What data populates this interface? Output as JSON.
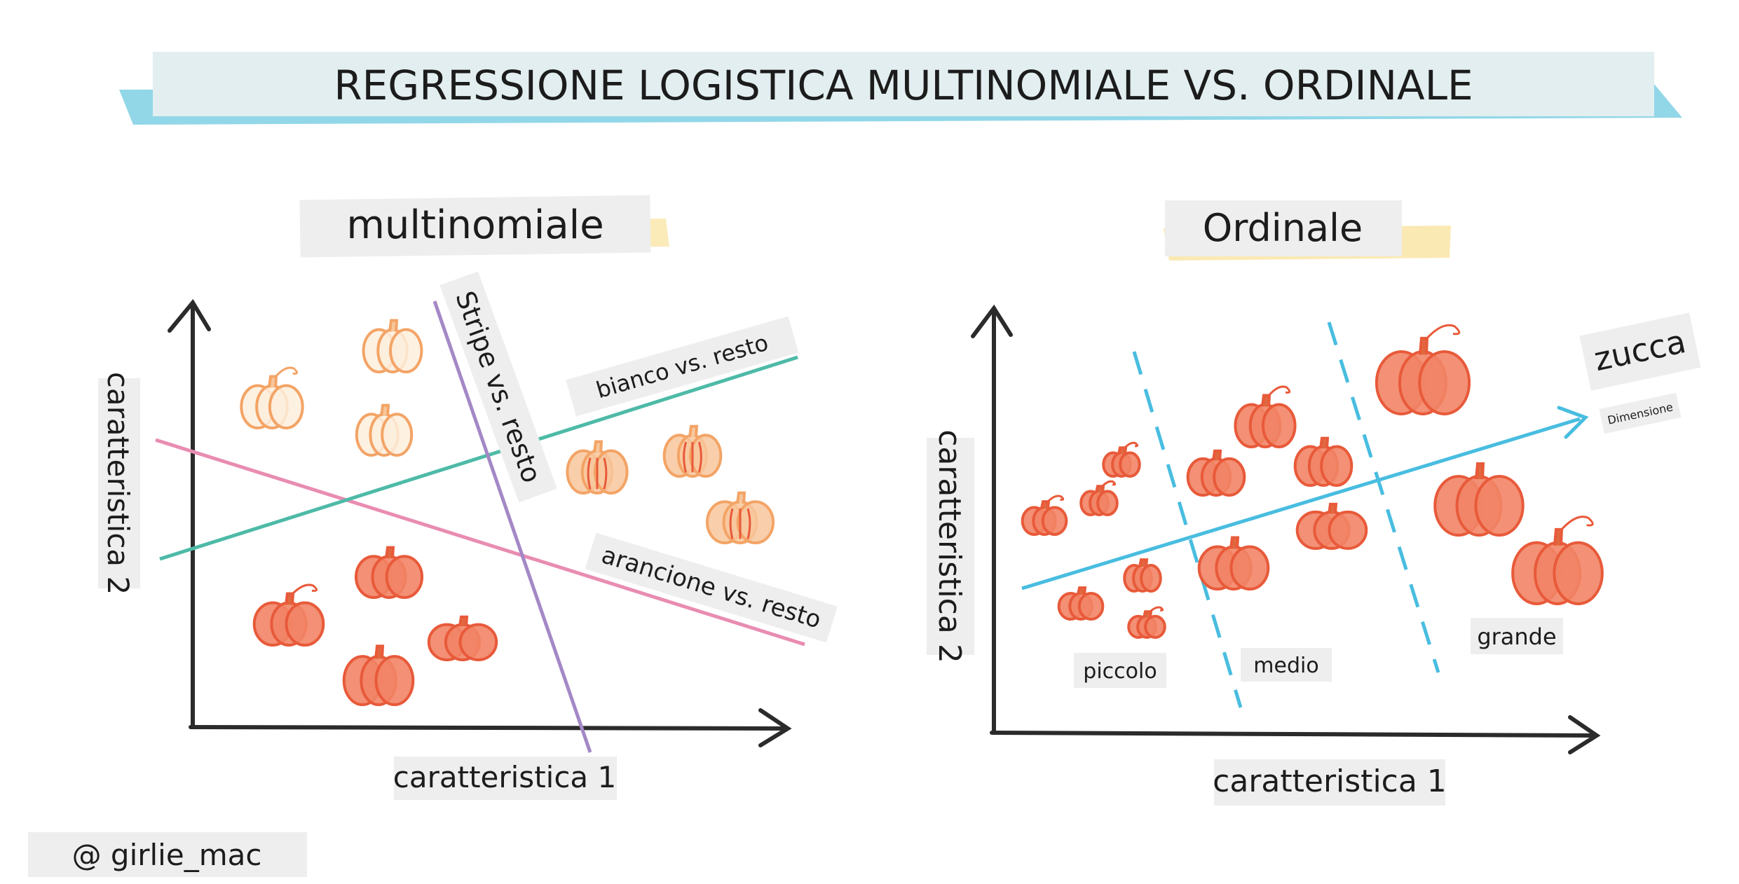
{
  "title": "REGRESSIONE LOGISTICA MULTINOMIALE VS. ORDINALE",
  "multinomial": {
    "heading": "multinomiale",
    "x_label": "caratteristica 1",
    "y_label": "caratteristica 2",
    "lines": {
      "stripe": "Stripe vs. resto",
      "white": "bianco vs. resto",
      "orange": "arancione vs. resto"
    },
    "colors": {
      "stripe": "#a488c6",
      "white": "#4dbaa7",
      "orange": "#e98cb2"
    }
  },
  "ordinal": {
    "heading": "Ordinale",
    "x_label": "caratteristica 1",
    "y_label": "caratteristica 2",
    "arrow_label": "zucca",
    "arrow_sublabel": "Dimensione",
    "categories": [
      "piccolo",
      "medio",
      "grande"
    ],
    "colors": {
      "axis_arrow": "#48bde0",
      "dividers": "#48bde0"
    }
  },
  "credit": "@ girlie_mac",
  "colors": {
    "pumpkin_red": "#e85a3a",
    "pumpkin_light": "#f3a466",
    "label_bg": "#eeeeee",
    "title_bg": "#e2eef0",
    "title_tape": "#6ec9e0",
    "heading_tape": "#f9dd8b"
  }
}
